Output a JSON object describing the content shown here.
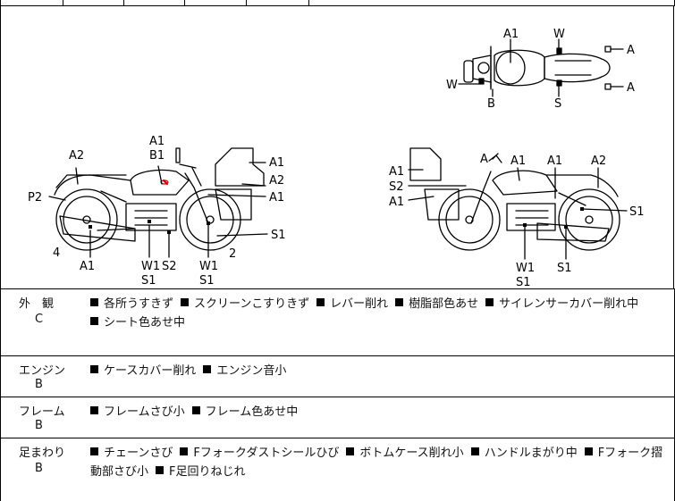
{
  "diagram": {
    "top_view": {
      "labels": [
        "A1",
        "W",
        "W",
        "B",
        "S",
        "A",
        "A"
      ]
    },
    "left_view": {
      "labels": [
        "A1",
        "B1",
        "A2",
        "P2",
        "A1",
        "A2",
        "A1",
        "S1",
        "4",
        "A1",
        "W1",
        "S1",
        "S2",
        "W1",
        "S1",
        "2"
      ]
    },
    "right_view": {
      "labels": [
        "A",
        "A1",
        "A1",
        "A2",
        "A1",
        "S2",
        "A1",
        "S1",
        "W1",
        "S1",
        "S1"
      ]
    }
  },
  "sections": [
    {
      "name": "外　観",
      "grade": "C",
      "items": [
        "各所うすきず",
        "スクリーンこすりきず",
        "レバー削れ",
        "樹脂部色あせ",
        "サイレンサーカバー削れ中",
        "シート色あせ中"
      ]
    },
    {
      "name": "エンジン",
      "grade": "B",
      "items": [
        "ケースカバー削れ",
        "エンジン音小"
      ]
    },
    {
      "name": "フレーム",
      "grade": "B",
      "items": [
        "フレームさび小",
        "フレーム色あせ中"
      ]
    },
    {
      "name": "足まわり",
      "grade": "B",
      "items": [
        "チェーンさび",
        "Fフォークダストシールひび",
        "ボトムケース削れ小",
        "ハンドルまがり中",
        "Fフォーク摺動部さび小",
        "F足回りねじれ"
      ]
    }
  ]
}
